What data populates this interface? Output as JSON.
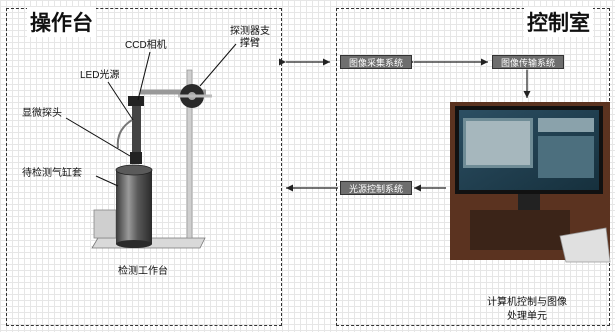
{
  "left_panel": {
    "title": "操作台",
    "labels": {
      "ccd_camera": "CCD相机",
      "probe_arm": "探测器支撑臂",
      "led_light": "LED光源",
      "microscope_probe": "显微探头",
      "cylinder": "待检测气缸套",
      "workstation": "检测工作台"
    }
  },
  "right_panel": {
    "title": "控制室",
    "boxes": {
      "image_acquisition": "图像采集系统",
      "image_transfer": "图像传输系统",
      "light_control": "光源控制系统"
    },
    "computer_label": "计算机控制与图像处理单元"
  },
  "colors": {
    "box_fill": "#6e6e6e",
    "screen_fill": "#1e3a4a"
  }
}
